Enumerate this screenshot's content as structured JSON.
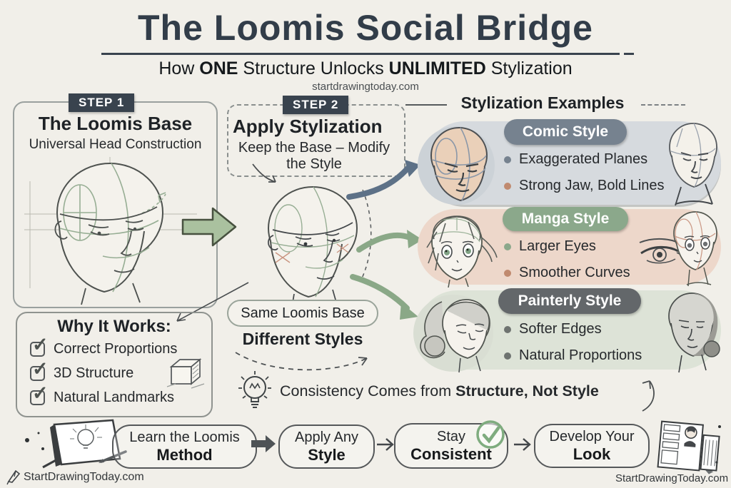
{
  "colors": {
    "ink": "#2f3a45",
    "badge_bg": "#39434e",
    "arrow_green": "#aac19f",
    "arrow_slate": "#5d7187",
    "check_green": "#7fac7f"
  },
  "header": {
    "title": "The Loomis Social Bridge",
    "sub_pre": "How ",
    "sub_bold1": "ONE",
    "sub_mid": " Structure Unlocks ",
    "sub_bold2": "UNLIMITED",
    "sub_post": " Stylization",
    "website": "startdrawingtoday.com"
  },
  "step1": {
    "badge": "STEP 1",
    "title": "The Loomis Base",
    "subtitle": "Universal Head Construction"
  },
  "step2": {
    "badge": "STEP 2",
    "title": "Apply Stylization",
    "subtitle": "Keep the Base – Modify the Style"
  },
  "examples": {
    "heading": "Stylization Examples",
    "styles": [
      {
        "name": "Comic Style",
        "badge_color": "#76828f",
        "panel_color": "#d6dade",
        "bullets": [
          {
            "text": "Exaggerated Planes",
            "color": "#76828f"
          },
          {
            "text": "Strong Jaw, Bold Lines",
            "color": "#c08a6f"
          }
        ]
      },
      {
        "name": "Manga Style",
        "badge_color": "#8ba88b",
        "panel_color": "#edd7ca",
        "bullets": [
          {
            "text": "Larger Eyes",
            "color": "#8ba88b"
          },
          {
            "text": "Smoother Curves",
            "color": "#c08a6f"
          }
        ]
      },
      {
        "name": "Painterly Style",
        "badge_color": "#63676a",
        "panel_color": "#dde3d7",
        "bullets": [
          {
            "text": "Softer Edges",
            "color": "#6e7370"
          },
          {
            "text": "Natural Proportions",
            "color": "#6e7370"
          }
        ]
      }
    ]
  },
  "why": {
    "title": "Why It Works:",
    "items": [
      "Correct Proportions",
      "3D Structure",
      "Natural Landmarks"
    ]
  },
  "bridge": {
    "pill": "Same Loomis Base",
    "caption": "Different Styles"
  },
  "insight": {
    "prefix": "Consistency Comes from ",
    "bold": "Structure, Not Style"
  },
  "flow": {
    "steps": [
      {
        "line1": "Learn the Loomis",
        "line2": "Method"
      },
      {
        "line1": "Apply Any",
        "line2": "Style"
      },
      {
        "line1": "Stay",
        "line2": "Consistent"
      },
      {
        "line1": "Develop Your",
        "line2": "Look"
      }
    ]
  },
  "footer": {
    "left": "StartDrawingToday.com",
    "right": "StartDrawingToday.com"
  },
  "icons": {
    "check": "✓"
  }
}
